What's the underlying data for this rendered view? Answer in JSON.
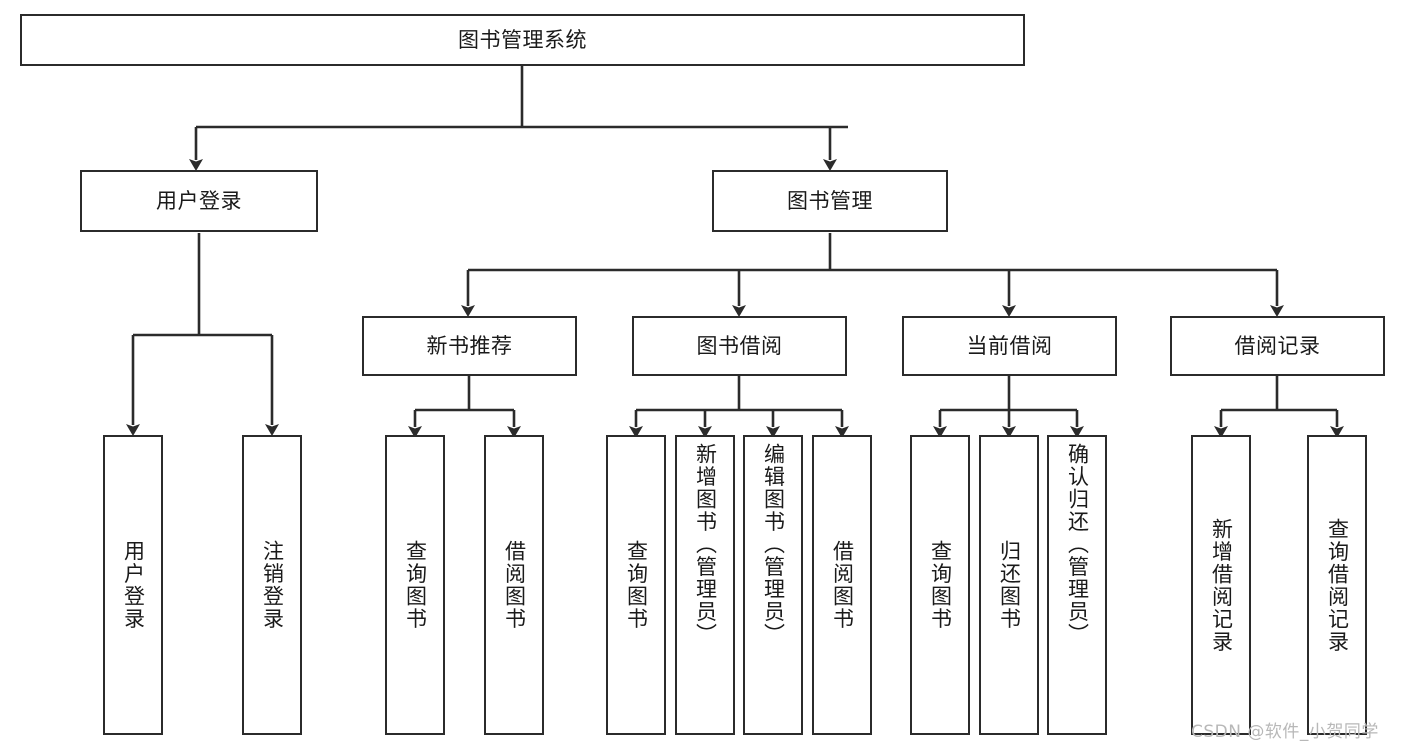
{
  "diagram": {
    "type": "tree-hierarchy",
    "title": "图书管理系统",
    "root": {
      "id": "root",
      "label": "图书管理系统",
      "orientation": "horizontal"
    },
    "level2": [
      {
        "id": "user-login",
        "label": "用户登录",
        "orientation": "horizontal"
      },
      {
        "id": "book-manage",
        "label": "图书管理",
        "orientation": "horizontal"
      }
    ],
    "level3": [
      {
        "id": "new-book-recommend",
        "label": "新书推荐",
        "orientation": "horizontal",
        "parent": "book-manage"
      },
      {
        "id": "book-borrow",
        "label": "图书借阅",
        "orientation": "horizontal",
        "parent": "book-manage"
      },
      {
        "id": "current-borrow",
        "label": "当前借阅",
        "orientation": "horizontal",
        "parent": "book-manage"
      },
      {
        "id": "borrow-record",
        "label": "借阅记录",
        "orientation": "horizontal",
        "parent": "book-manage"
      }
    ],
    "leaves": [
      {
        "id": "leaf-user-login",
        "label": "用户登录",
        "orientation": "vertical",
        "parent": "user-login",
        "align": "center"
      },
      {
        "id": "leaf-logout",
        "label": "注销登录",
        "orientation": "vertical",
        "parent": "user-login",
        "align": "center"
      },
      {
        "id": "leaf-query-book-1",
        "label": "查询图书",
        "orientation": "vertical",
        "parent": "new-book-recommend",
        "align": "center"
      },
      {
        "id": "leaf-borrow-book-1",
        "label": "借阅图书",
        "orientation": "vertical",
        "parent": "new-book-recommend",
        "align": "center"
      },
      {
        "id": "leaf-query-book-2",
        "label": "查询图书",
        "orientation": "vertical",
        "parent": "book-borrow",
        "align": "center"
      },
      {
        "id": "leaf-add-book",
        "label": "新增图书（管理员）",
        "orientation": "vertical",
        "parent": "book-borrow",
        "align": "top"
      },
      {
        "id": "leaf-edit-book",
        "label": "编辑图书（管理员）",
        "orientation": "vertical",
        "parent": "book-borrow",
        "align": "top"
      },
      {
        "id": "leaf-borrow-book-2",
        "label": "借阅图书",
        "orientation": "vertical",
        "parent": "book-borrow",
        "align": "center"
      },
      {
        "id": "leaf-query-book-3",
        "label": "查询图书",
        "orientation": "vertical",
        "parent": "current-borrow",
        "align": "center"
      },
      {
        "id": "leaf-return-book",
        "label": "归还图书",
        "orientation": "vertical",
        "parent": "current-borrow",
        "align": "center"
      },
      {
        "id": "leaf-confirm-return",
        "label": "确认归还（管理员）",
        "orientation": "vertical",
        "parent": "current-borrow",
        "align": "top"
      },
      {
        "id": "leaf-add-record",
        "label": "新增借阅记录",
        "orientation": "vertical",
        "parent": "borrow-record",
        "align": "center"
      },
      {
        "id": "leaf-query-record",
        "label": "查询借阅记录",
        "orientation": "vertical",
        "parent": "borrow-record",
        "align": "center"
      }
    ],
    "colors": {
      "stroke": "#2b2b2b",
      "fill": "#ffffff",
      "text": "#1a1a1a",
      "watermark": "#b8b8b8"
    }
  },
  "watermark": {
    "text": "CSDN @软件_小贺同学"
  }
}
